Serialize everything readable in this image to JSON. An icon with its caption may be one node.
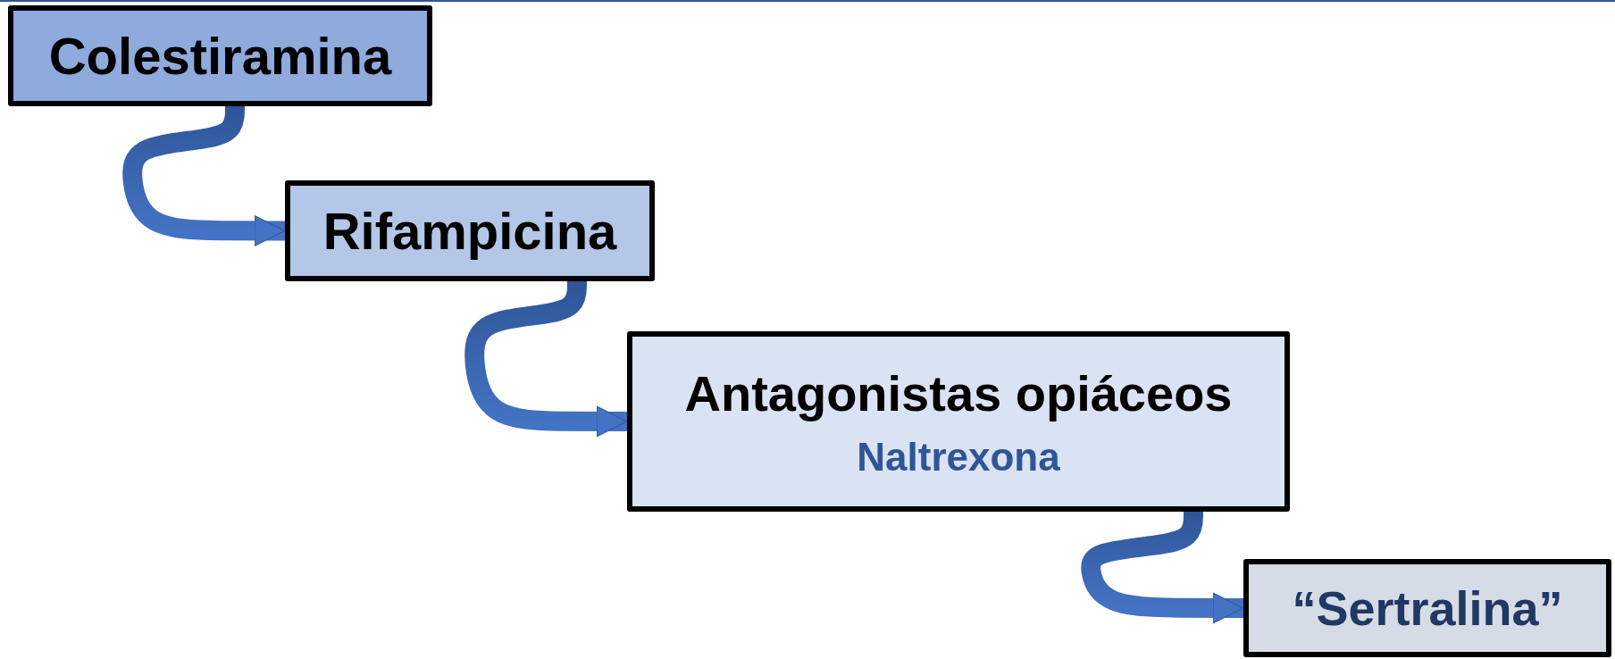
{
  "diagram": {
    "nodes": [
      {
        "text": [
          "Colestiramina"
        ]
      },
      {
        "text": [
          "Rifampicina"
        ]
      },
      {
        "text": [
          "Antagonistas opiáceos",
          "Naltrexona"
        ]
      },
      {
        "text": [
          "“Sertralina”"
        ]
      }
    ],
    "edges": [
      {
        "from": 0,
        "to": 1,
        "arrow": "to"
      },
      {
        "from": 1,
        "to": 2,
        "arrow": "to"
      },
      {
        "from": 2,
        "to": 3,
        "arrow": "to"
      }
    ]
  }
}
